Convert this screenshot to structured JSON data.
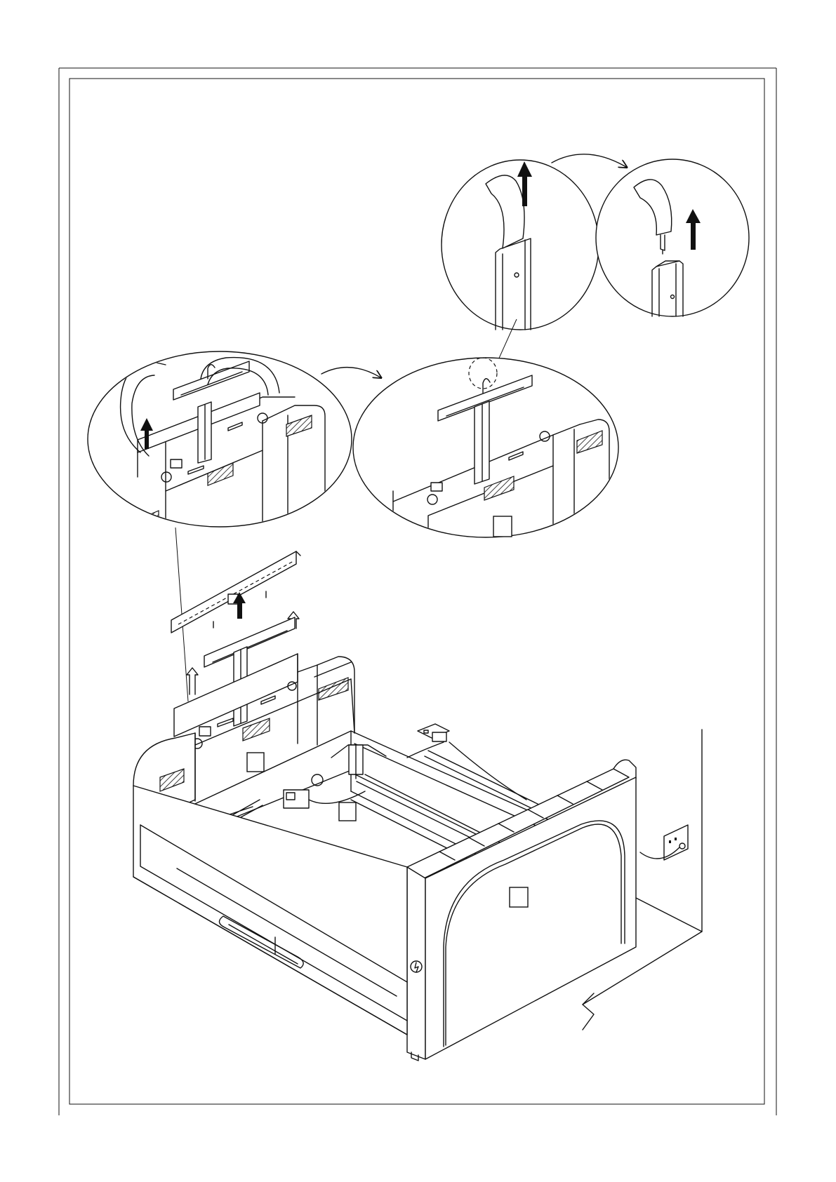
{
  "diagram": {
    "kind": "assembly-instruction",
    "step_labels": [
      "",
      "",
      "",
      ""
    ],
    "arrows": [
      "up-arrow",
      "transfer-arrow",
      "transfer-arrow"
    ],
    "callouts": [
      "detail-circle-headboard",
      "detail-circle-bracket",
      "detail-circle-post-cap",
      "detail-circle-post-removed"
    ]
  }
}
